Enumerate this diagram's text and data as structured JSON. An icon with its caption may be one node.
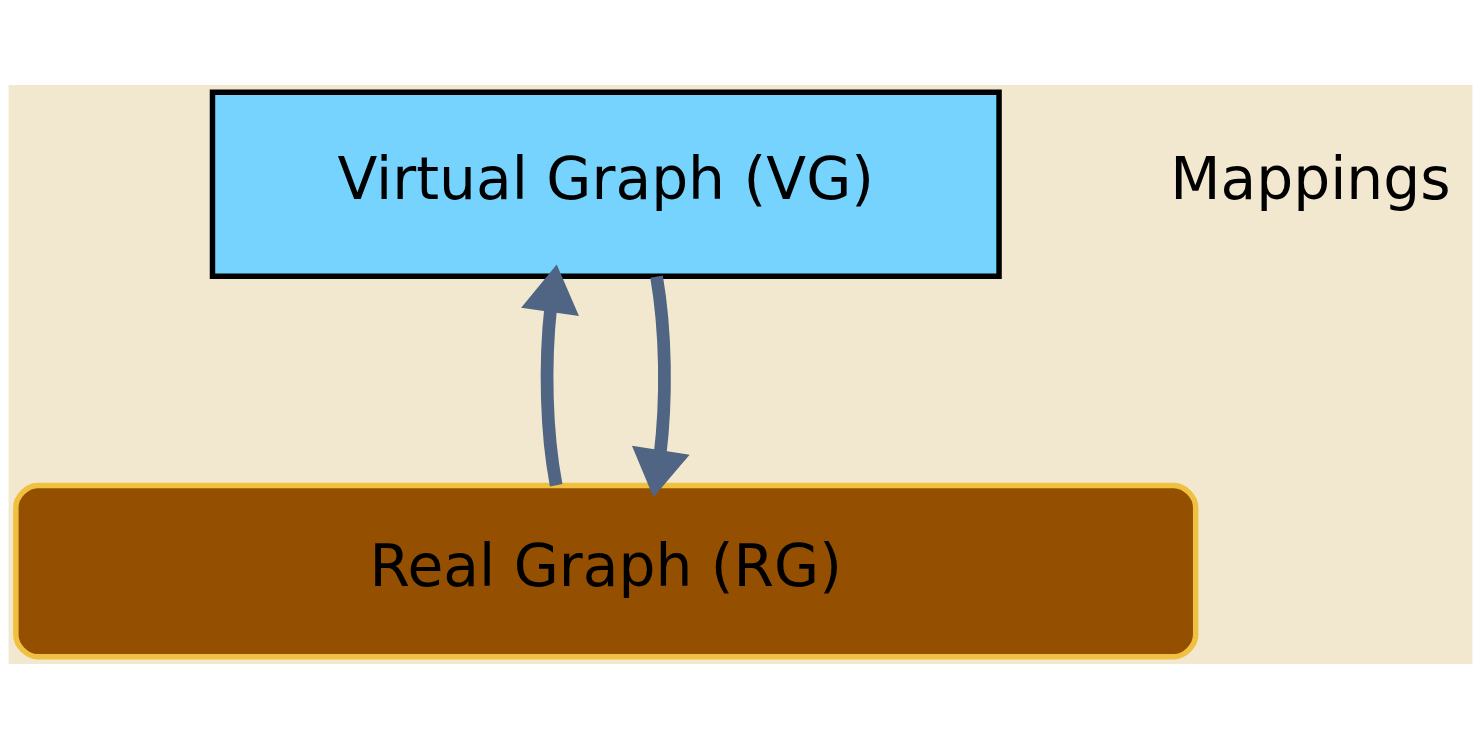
{
  "diagram": {
    "nodes": [
      {
        "text": [
          "Virtual Graph (VG)"
        ]
      },
      {
        "text": [
          "Real Graph (RG)"
        ]
      }
    ],
    "edges": [
      {
        "from": 1,
        "to": 0,
        "arrow": "to"
      },
      {
        "from": 0,
        "to": 1,
        "arrow": "to"
      }
    ],
    "labels": [
      "Mappings"
    ]
  }
}
